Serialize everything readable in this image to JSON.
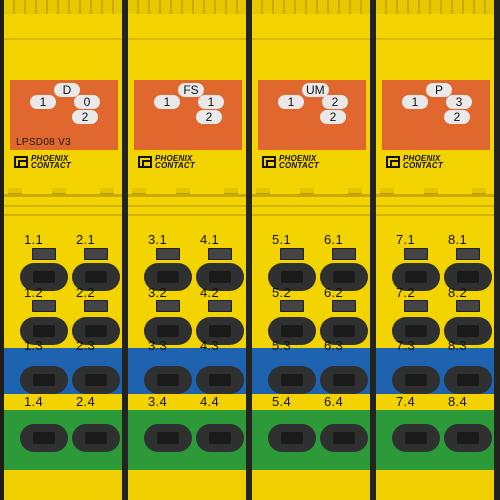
{
  "modules": [
    {
      "code": "D",
      "badges": [
        "1",
        "0",
        "2"
      ],
      "model": "LPSD08 V3",
      "brand_line1": "PHOENIX",
      "brand_line2": "CONTACT",
      "terminals": [
        [
          "1.1",
          "2.1"
        ],
        [
          "1.2",
          "2.2"
        ],
        [
          "1.3",
          "2.3"
        ],
        [
          "1.4",
          "2.4"
        ]
      ]
    },
    {
      "code": "FS",
      "badges": [
        "1",
        "1",
        "2"
      ],
      "model": "",
      "brand_line1": "PHOENIX",
      "brand_line2": "CONTACT",
      "terminals": [
        [
          "3.1",
          "4.1"
        ],
        [
          "3.2",
          "4.2"
        ],
        [
          "3.3",
          "4.3"
        ],
        [
          "3.4",
          "4.4"
        ]
      ]
    },
    {
      "code": "UM",
      "badges": [
        "1",
        "2",
        "2"
      ],
      "model": "",
      "brand_line1": "PHOENIX",
      "brand_line2": "CONTACT",
      "terminals": [
        [
          "5.1",
          "6.1"
        ],
        [
          "5.2",
          "6.2"
        ],
        [
          "5.3",
          "6.3"
        ],
        [
          "5.4",
          "6.4"
        ]
      ]
    },
    {
      "code": "P",
      "badges": [
        "1",
        "3",
        "2"
      ],
      "model": "",
      "brand_line1": "PHOENIX",
      "brand_line2": "CONTACT",
      "terminals": [
        [
          "7.1",
          "8.1"
        ],
        [
          "7.2",
          "8.2"
        ],
        [
          "7.3",
          "8.3"
        ],
        [
          "7.4",
          "8.4"
        ]
      ]
    }
  ],
  "colors": {
    "housing_yellow": "#f3d400",
    "label_orange": "#e0682f",
    "blue_level": "#1e63b0",
    "green_level": "#2d9a3a"
  }
}
